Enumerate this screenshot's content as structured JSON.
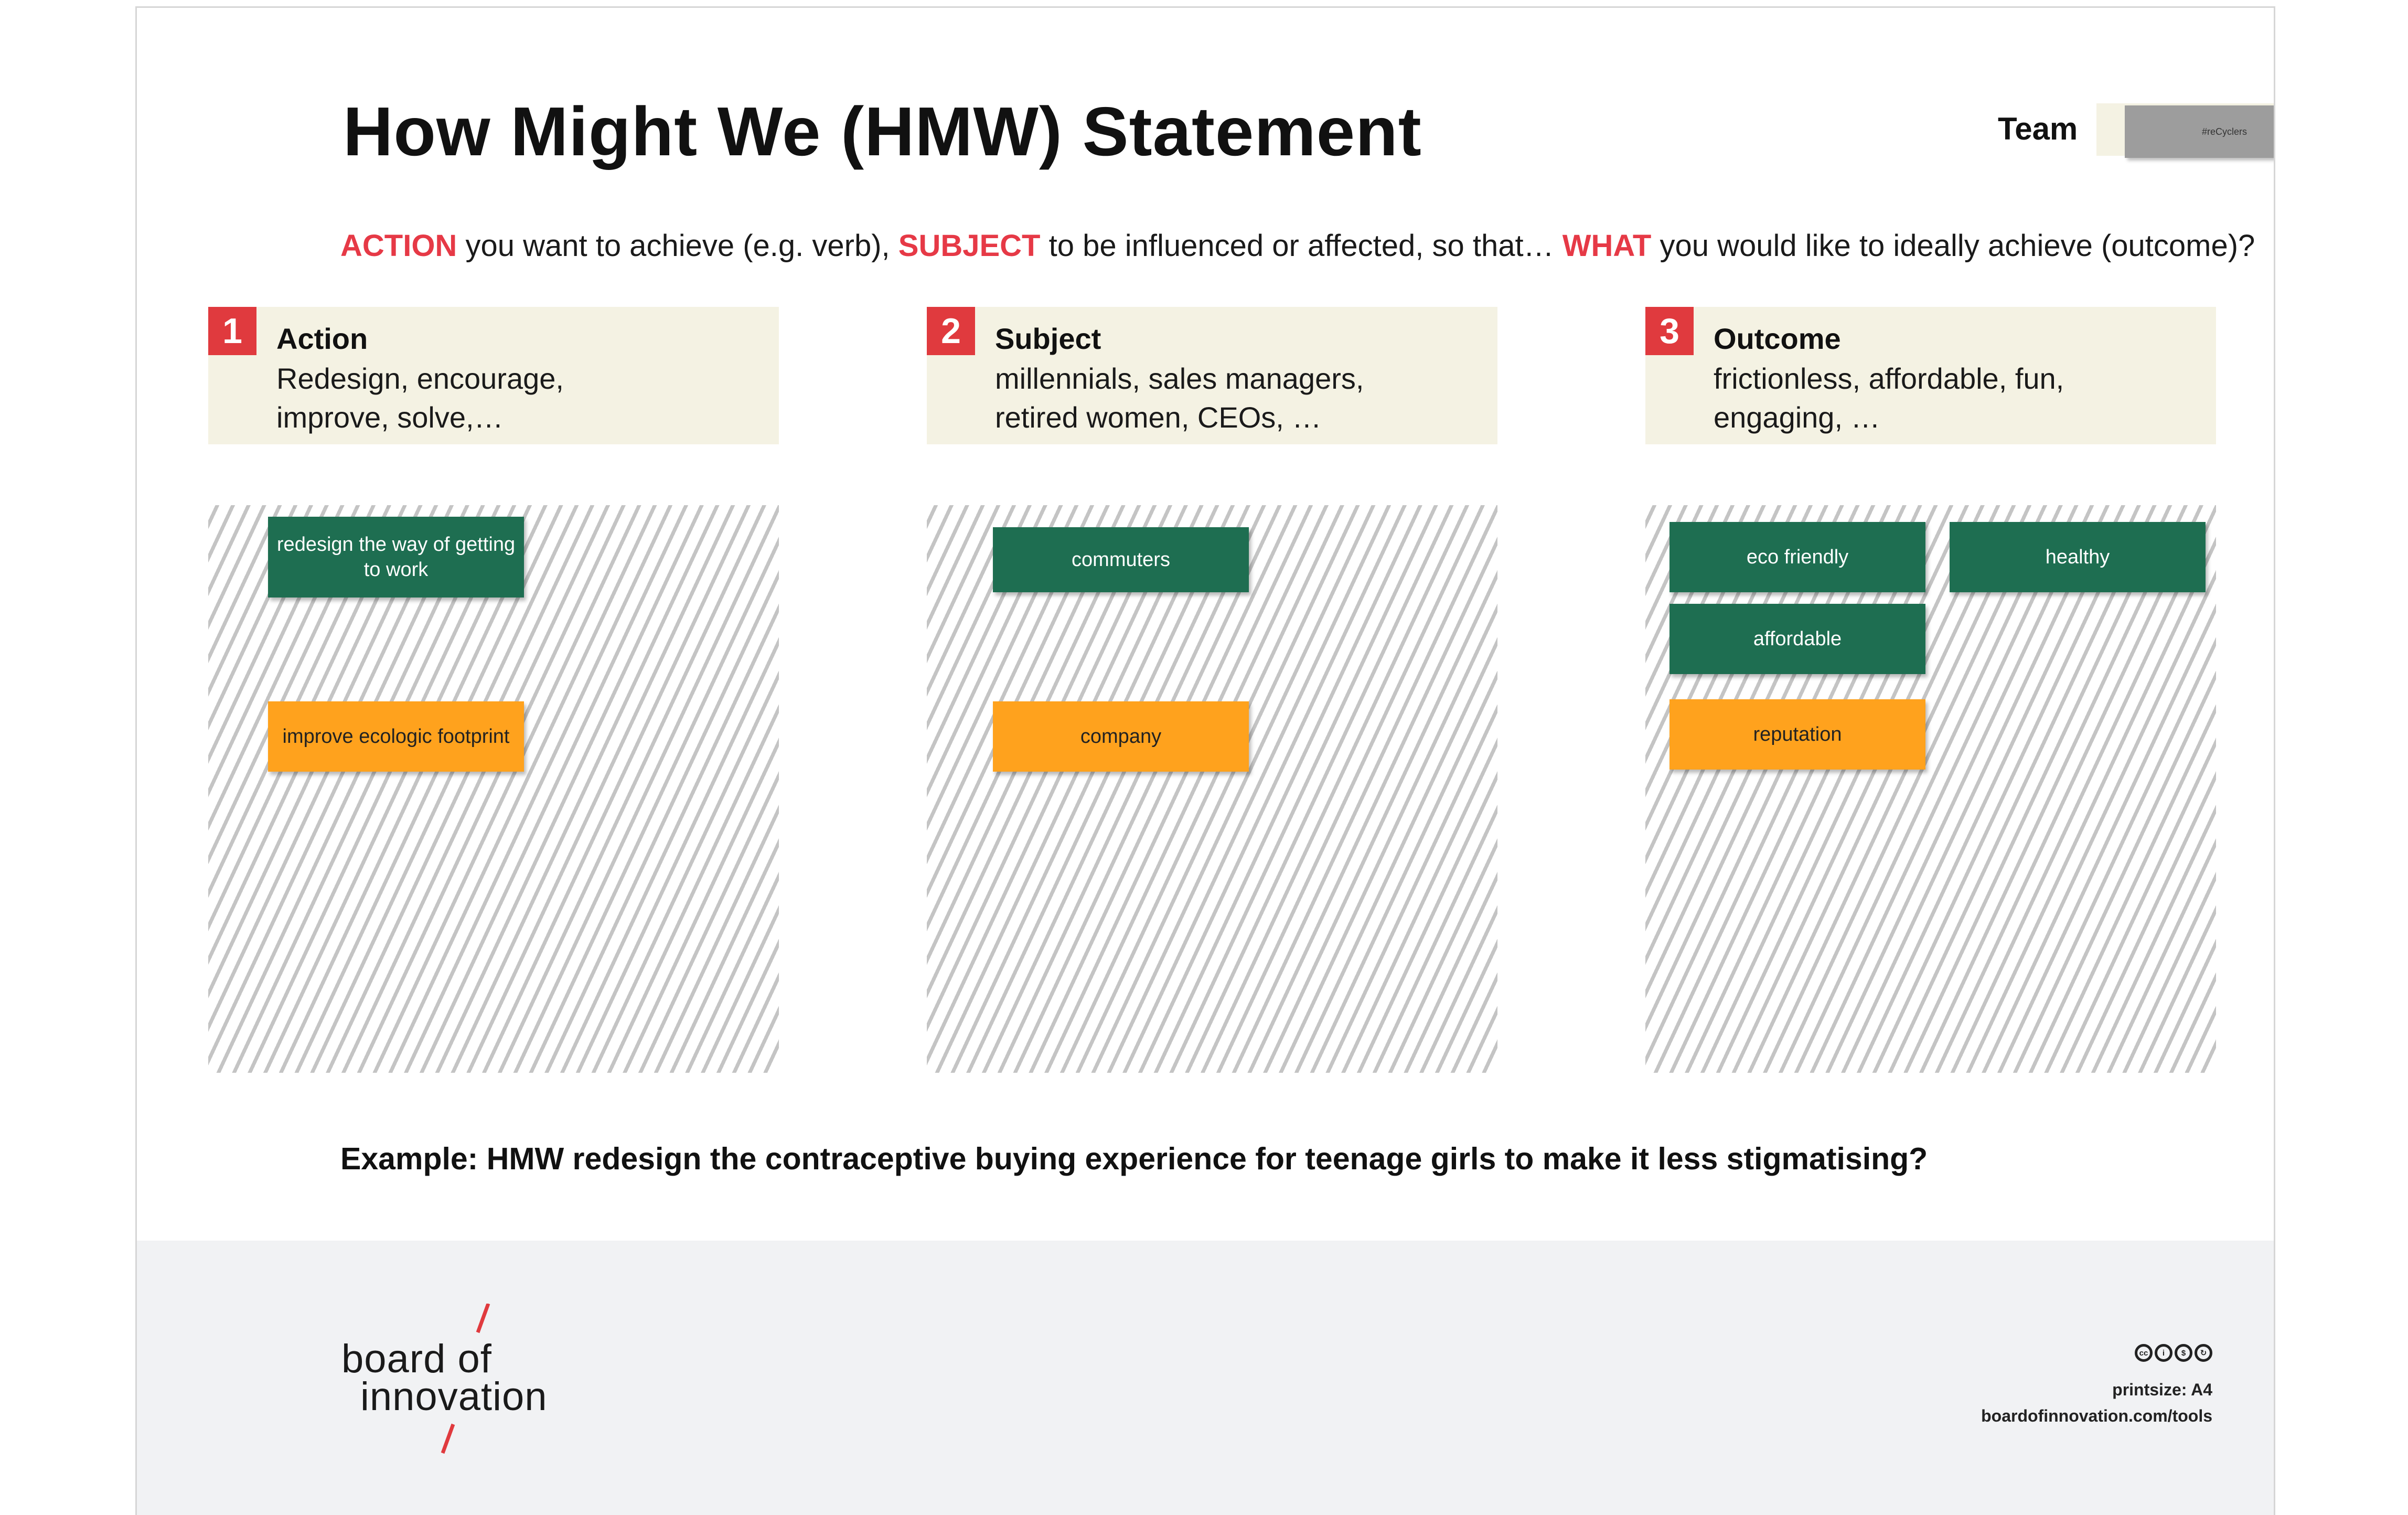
{
  "title": "How Might We (HMW) Statement",
  "team": {
    "label": "Team",
    "note": "#reCyclers"
  },
  "subtitle": {
    "kw1": "ACTION",
    "t1": " you want to achieve (e.g. verb), ",
    "kw2": "SUBJECT",
    "t2": " to be influenced or affected, so that… ",
    "kw3": "WHAT",
    "t3": " you would like to ideally achieve (outcome)?"
  },
  "columns": [
    {
      "number": "1",
      "title": "Action",
      "description": "Redesign, encourage,\nimprove, solve,…",
      "notes": [
        {
          "text": "redesign the way of getting to work",
          "color": "green"
        },
        {
          "text": "improve ecologic footprint",
          "color": "orange"
        }
      ]
    },
    {
      "number": "2",
      "title": "Subject",
      "description": "millennials, sales managers,\nretired women, CEOs, …",
      "notes": [
        {
          "text": "commuters",
          "color": "green"
        },
        {
          "text": "company",
          "color": "orange"
        }
      ]
    },
    {
      "number": "3",
      "title": "Outcome",
      "description": "frictionless, affordable, fun,\nengaging, …",
      "notes": [
        {
          "text": "eco friendly",
          "color": "green"
        },
        {
          "text": "healthy",
          "color": "green"
        },
        {
          "text": "affordable",
          "color": "green"
        },
        {
          "text": "reputation",
          "color": "orange"
        }
      ]
    }
  ],
  "example": "Example: HMW redesign the contraceptive buying experience for teenage girls to make it less stigmatising?",
  "footer": {
    "logo_line1": "board of",
    "logo_line2": "innovation",
    "cc_icons": [
      "cc",
      "by",
      "nc",
      "sa"
    ],
    "print_size": "printsize: A4",
    "url": "boardofinnovation.com/tools"
  },
  "colors": {
    "accent_red": "#e03a3e",
    "note_green": "#1e6e51",
    "note_orange": "#ffa21d",
    "header_bg": "#f4f2e3"
  }
}
